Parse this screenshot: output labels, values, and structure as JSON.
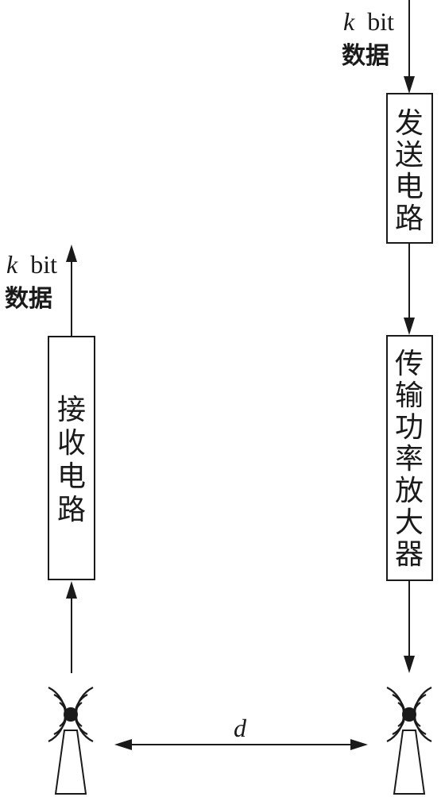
{
  "left": {
    "output_label": {
      "k": "k",
      "unit": "bit",
      "data": "数据"
    },
    "receive_circuit_chars": [
      "接",
      "收",
      "电",
      "路"
    ]
  },
  "right": {
    "input_label": {
      "k": "k",
      "unit": "bit",
      "data": "数据"
    },
    "transmit_circuit_chars": [
      "发",
      "送",
      "电",
      "路"
    ],
    "amplifier_chars": [
      "传",
      "输",
      "功",
      "率",
      "放",
      "大",
      "器"
    ]
  },
  "distance_label": "d"
}
